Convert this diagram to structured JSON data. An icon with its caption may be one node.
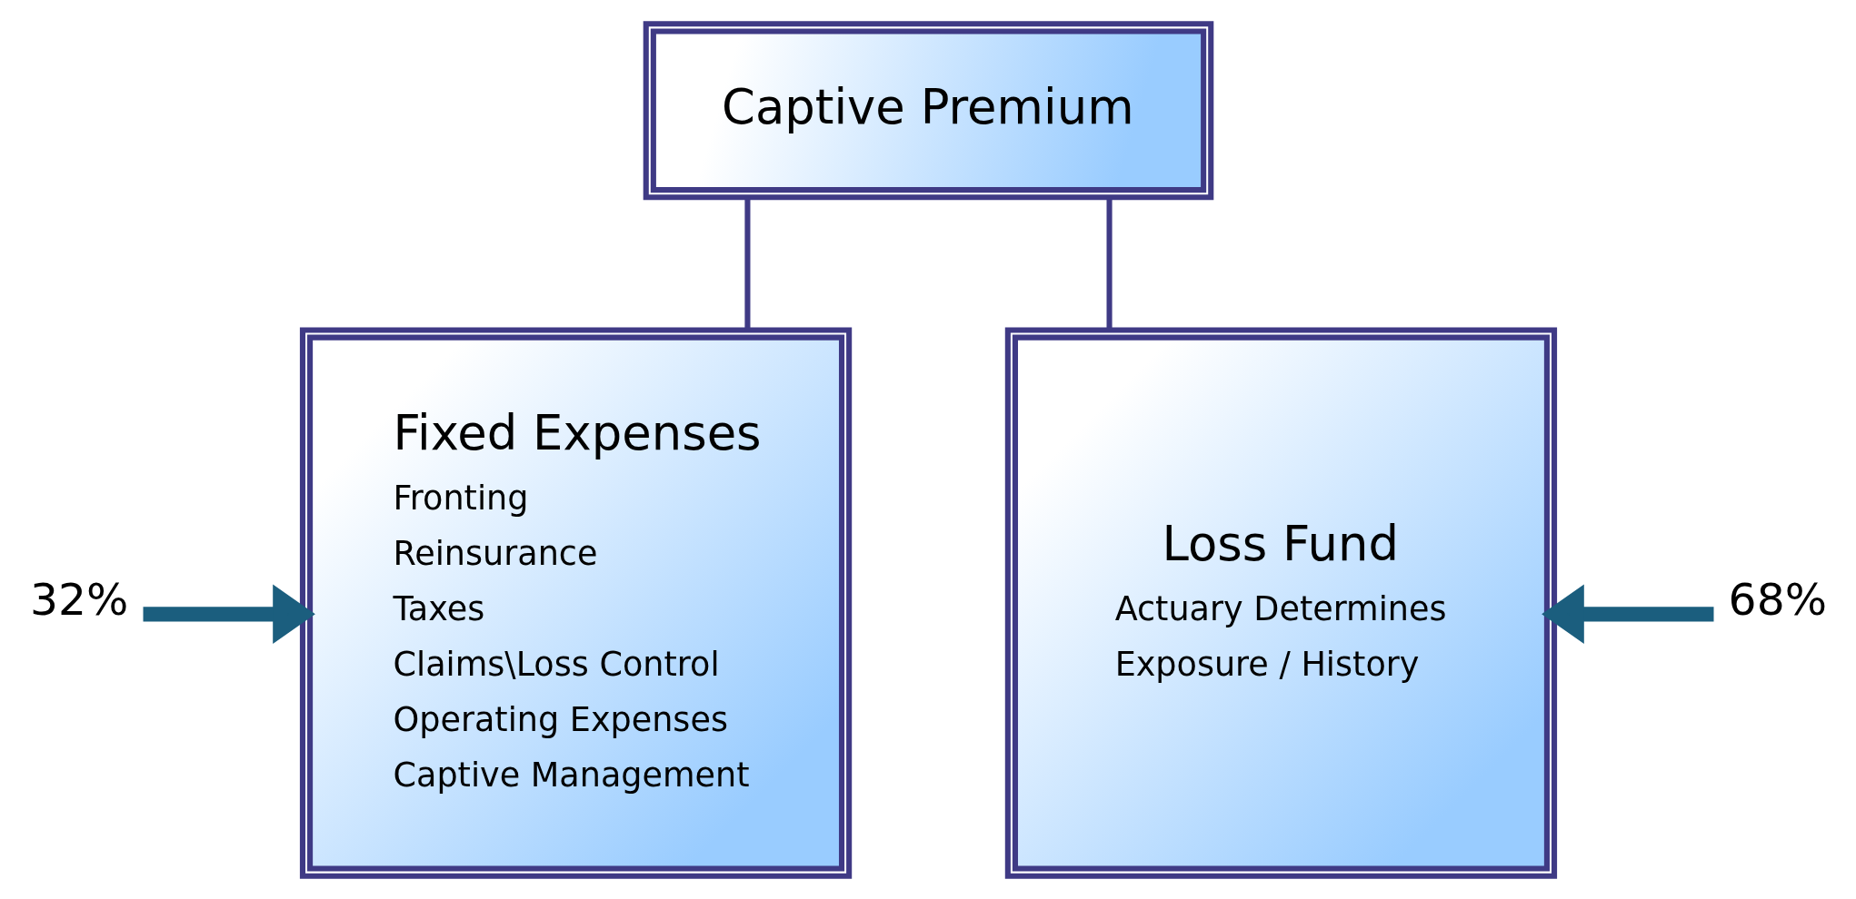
{
  "diagram": {
    "nodes": [
      {
        "text": [
          "Captive Premium"
        ]
      },
      {
        "text": [
          "Fixed Expenses",
          "Fronting",
          "Reinsurance",
          "Taxes",
          "Claims\\Loss Control",
          "Operating Expenses",
          "Captive Management"
        ]
      },
      {
        "text": [
          "Loss Fund",
          "Actuary Determines",
          "Exposure / History"
        ]
      },
      {
        "text": [
          "32%"
        ]
      },
      {
        "text": [
          "68%"
        ]
      }
    ],
    "edges": [
      {
        "from": 0,
        "to": 1,
        "arrow": "none"
      },
      {
        "from": 0,
        "to": 2,
        "arrow": "none"
      },
      {
        "from": 3,
        "to": 1,
        "arrow": "to",
        "style": "thick",
        "color": "#1b5e7e"
      },
      {
        "from": 4,
        "to": 2,
        "arrow": "to",
        "style": "thick",
        "color": "#1b5e7e"
      }
    ]
  }
}
